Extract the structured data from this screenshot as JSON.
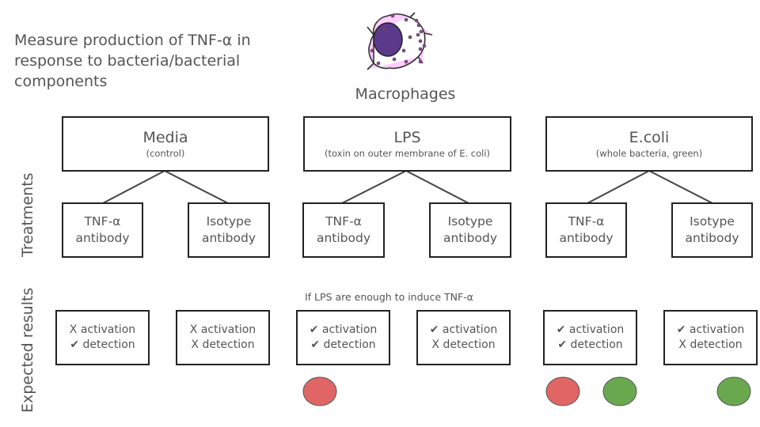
{
  "title": "Measure production of TNF-α in\nresponse to bacteria/bacterial\ncomponents",
  "cell_label": "Macrophages",
  "cell_icon": "macrophage-icon",
  "row_labels": {
    "treatments": "Treatments",
    "expected_results": "Expected results"
  },
  "treatments": [
    {
      "name": "Media",
      "description": "(control)",
      "antibodies": [
        {
          "line1": "TNF-α",
          "line2": "antibody"
        },
        {
          "line1": "Isotype",
          "line2": "antibody"
        }
      ]
    },
    {
      "name": "LPS",
      "description": "(toxin on outer membrane of E. coli)",
      "antibodies": [
        {
          "line1": "TNF-α",
          "line2": "antibody"
        },
        {
          "line1": "Isotype",
          "line2": "antibody"
        }
      ]
    },
    {
      "name": "E.coli",
      "description": "(whole bacteria, green)",
      "antibodies": [
        {
          "line1": "TNF-α",
          "line2": "antibody"
        },
        {
          "line1": "Isotype",
          "line2": "antibody"
        }
      ]
    }
  ],
  "lps_note": "If LPS are enough to induce TNF-α",
  "results": [
    {
      "line1": "X activation",
      "line2": "✔ detection"
    },
    {
      "line1": "X activation",
      "line2": "X detection"
    },
    {
      "line1": "✔ activation",
      "line2": "✔ detection"
    },
    {
      "line1": "✔ activation",
      "line2": "X detection"
    },
    {
      "line1": "✔ activation",
      "line2": "✔ detection"
    },
    {
      "line1": "✔ activation",
      "line2": "X detection"
    }
  ],
  "indicators": [
    {
      "label": "red-dot",
      "color": "#e06666"
    },
    {
      "label": "red-dot",
      "color": "#e06666"
    },
    {
      "label": "green-dot",
      "color": "#6aa84f"
    },
    {
      "label": "green-dot",
      "color": "#6aa84f"
    }
  ],
  "colors": {
    "cell_body": "#ffccff",
    "nucleus": "#5b3a8c",
    "granule": "#8a4a8a",
    "red": "#e06666",
    "green": "#6aa84f"
  }
}
